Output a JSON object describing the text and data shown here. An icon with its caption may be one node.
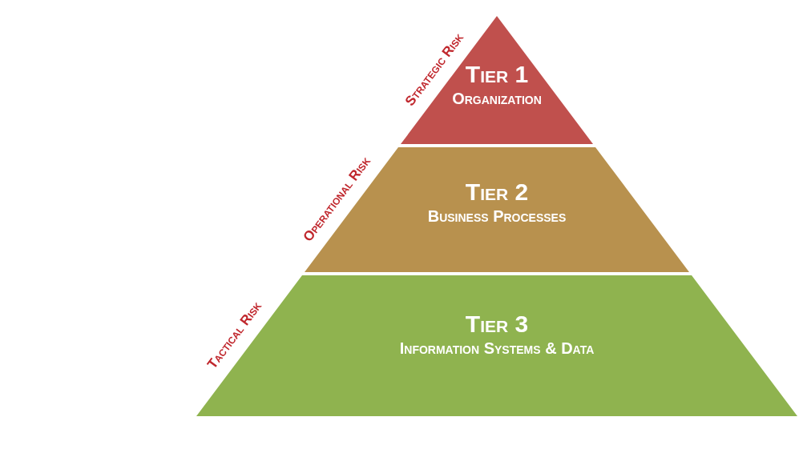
{
  "diagram": {
    "nodes": [
      {
        "text": [
          "Tier 1",
          "Organization"
        ],
        "beside": [
          "Strategic Risk"
        ]
      },
      {
        "text": [
          "Tier 2",
          "Business Processes"
        ],
        "beside": [
          "Operational Risk"
        ]
      },
      {
        "text": [
          "Tier 3",
          "Information Systems & Data"
        ],
        "beside": [
          "Tactical Risk"
        ]
      }
    ]
  }
}
